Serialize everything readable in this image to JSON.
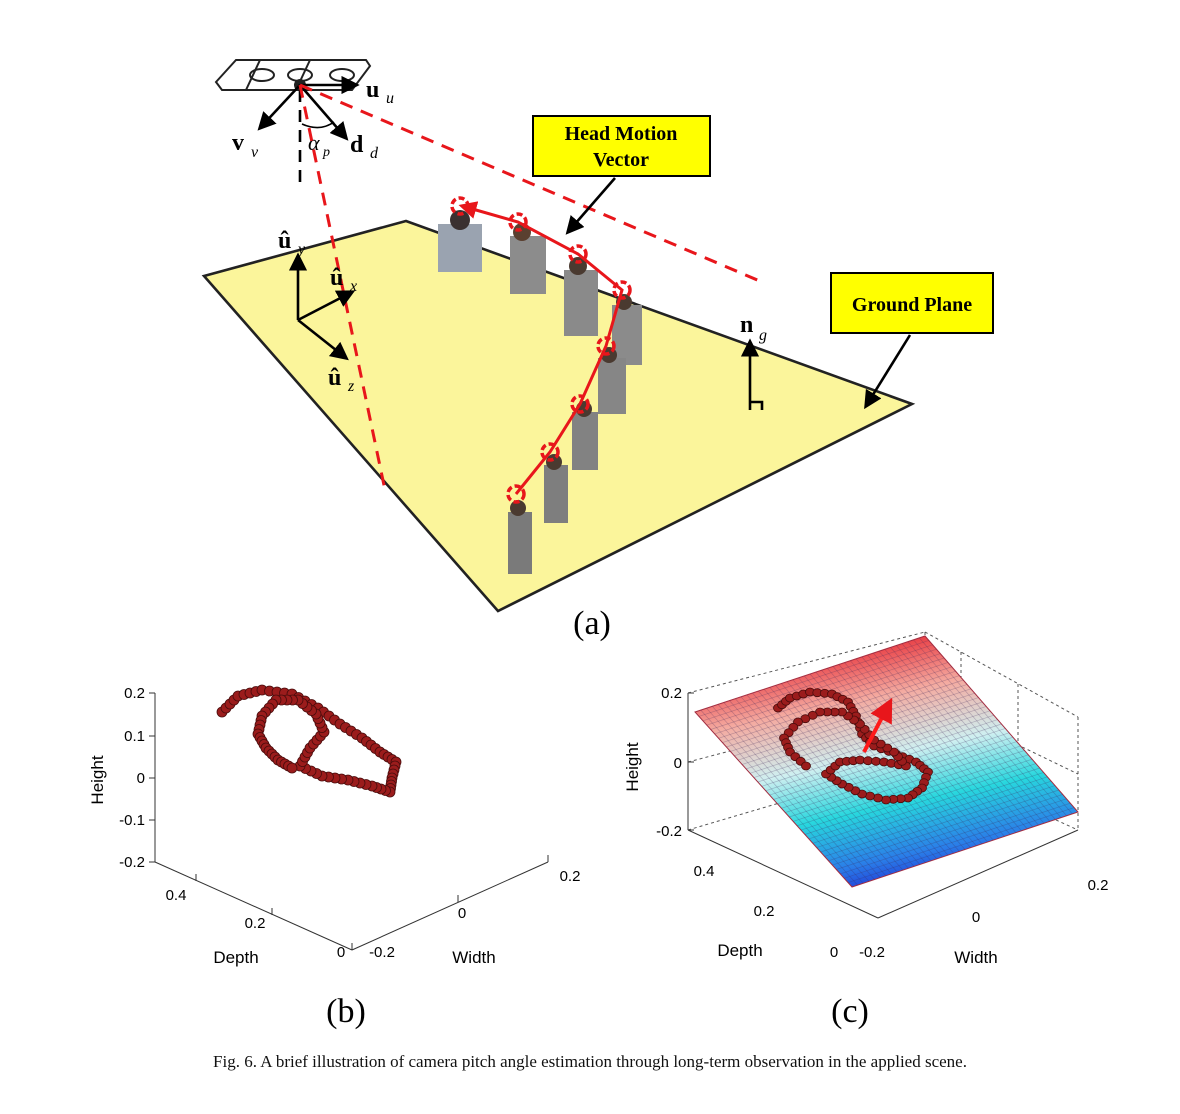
{
  "panel_a": {
    "label": "(a)",
    "callout_head": [
      "Head Motion",
      "Vector"
    ],
    "callout_ground": "Ground Plane",
    "colors": {
      "plane": "#fbf59b",
      "callout": "#ffff00",
      "trajectory": "#e8161b"
    },
    "camera_axes": {
      "u": "u",
      "v": "v",
      "d": "d",
      "sub_u": "u",
      "sub_v": "v",
      "sub_d": "d",
      "pitch": "α",
      "pitch_sub": "p"
    },
    "ground_axes": {
      "y": "û",
      "x": "û",
      "z": "û",
      "sub_y": "y",
      "sub_x": "x",
      "sub_z": "z"
    },
    "normal": {
      "n": "n",
      "sub": "g"
    },
    "icons": [
      "camera-icon",
      "pedestrian-icon"
    ]
  },
  "panel_b": {
    "label": "(b)"
  },
  "panel_c": {
    "label": "(c)"
  },
  "chart_data": [
    {
      "type": "scatter",
      "panel": "b",
      "xlabel": "Width",
      "ylabel": "Depth",
      "zlabel": "Height",
      "x_ticks": [
        "-0.2",
        "0",
        "0.2"
      ],
      "y_ticks": [
        "0",
        "0.2",
        "0.4"
      ],
      "z_ticks": [
        "-0.2",
        "-0.1",
        "0",
        "0.1",
        "0.2"
      ],
      "point_color": "#9b1c1c",
      "grid": false
    },
    {
      "type": "scatter",
      "panel": "c",
      "xlabel": "Width",
      "ylabel": "Depth",
      "zlabel": "Height",
      "x_ticks": [
        "-0.2",
        "0",
        "0.2"
      ],
      "y_ticks": [
        "0",
        "0.2",
        "0.4"
      ],
      "z_ticks": [
        "-0.2",
        "0",
        "0.2"
      ],
      "point_color": "#9b1c1c",
      "surface": "fitted ground plane mesh",
      "normal_arrow_color": "#ff0000",
      "grid": false
    }
  ],
  "caption": "Fig. 6.  A brief illustration of camera pitch angle estimation through long-term observation in the applied scene."
}
